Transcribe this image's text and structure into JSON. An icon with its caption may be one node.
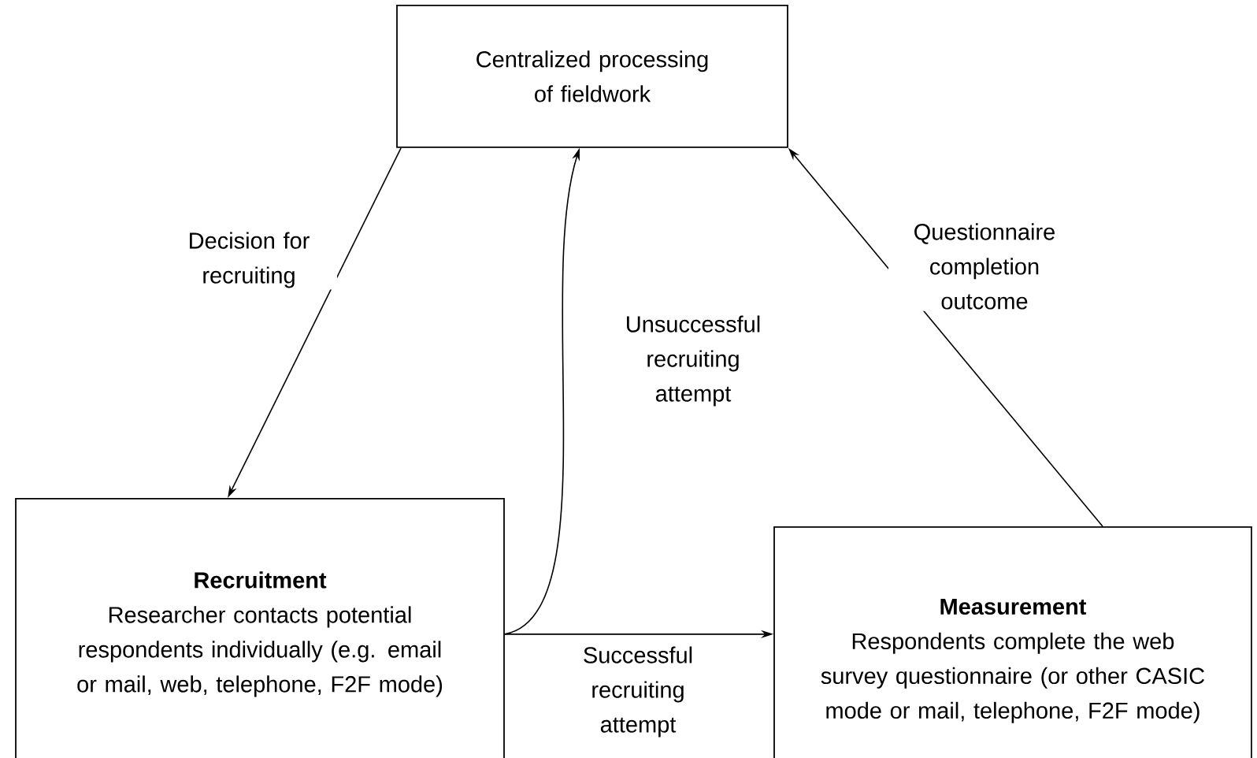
{
  "diagram": {
    "nodes": [
      {
        "text": [
          "Centralized processing of fieldwork"
        ]
      },
      {
        "text": [
          "Recruitment",
          "Researcher contacts potential respondents individually (e.g. email or mail, web, telephone, F2F mode)"
        ]
      },
      {
        "text": [
          "Measurement",
          "Respondents complete the web survey questionnaire (or other CASIC mode or mail, telephone, F2F mode)"
        ]
      }
    ],
    "edges": [
      {
        "from": 0,
        "to": 1,
        "arrow": "to",
        "label": "Decision for recruiting"
      },
      {
        "from": 1,
        "to": 0,
        "arrow": "to",
        "label": "Unsuccessful recruiting attempt"
      },
      {
        "from": 1,
        "to": 2,
        "arrow": "to",
        "label": "Successful recruiting attempt"
      },
      {
        "from": 2,
        "to": 0,
        "arrow": "to",
        "label": "Questionnaire completion outcome"
      }
    ]
  }
}
